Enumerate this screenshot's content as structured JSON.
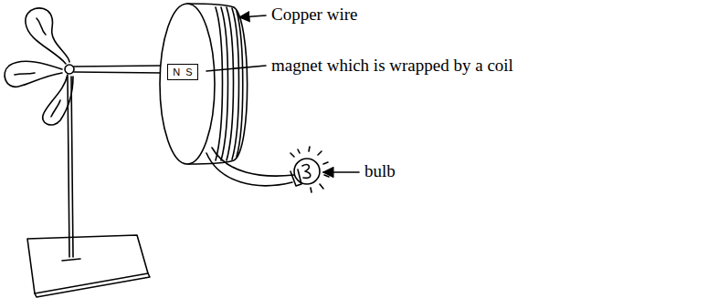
{
  "diagram": {
    "nodes": [
      {
        "text": [
          "N",
          "S"
        ]
      }
    ],
    "labels": [
      "Copper wire",
      "magnet which is wrapped by a coil",
      "bulb"
    ]
  }
}
